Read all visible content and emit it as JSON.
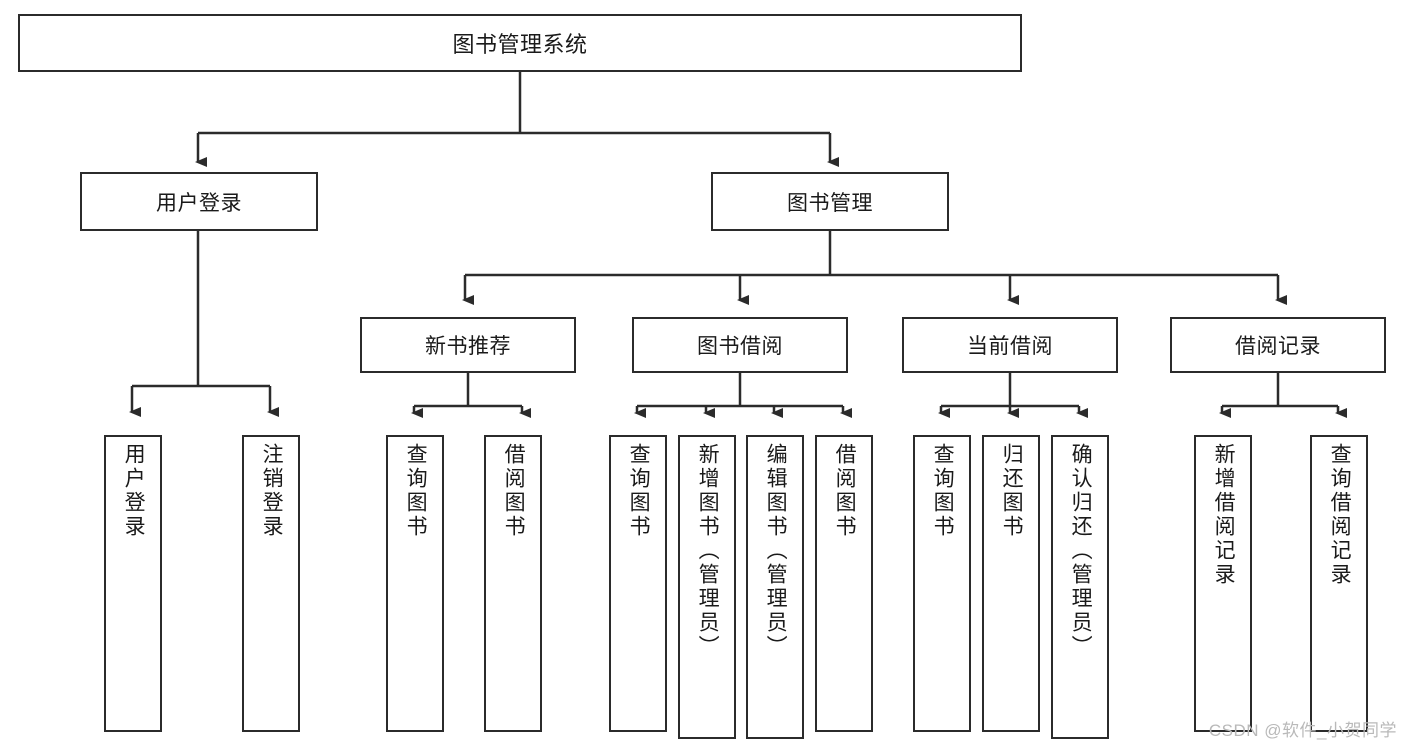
{
  "diagram": {
    "title": "图书管理系统",
    "type": "hierarchy-tree",
    "colors": {
      "box_border": "#2b2b2b",
      "box_fill": "#ffffff",
      "connector": "#2b2b2b",
      "text": "#1a1a1a",
      "watermark": "#b9b9b9",
      "background": "#ffffff"
    },
    "root": {
      "label": "图书管理系统"
    },
    "level2": [
      {
        "label": "用户登录"
      },
      {
        "label": "图书管理"
      }
    ],
    "level3": [
      {
        "label": "新书推荐"
      },
      {
        "label": "图书借阅"
      },
      {
        "label": "当前借阅"
      },
      {
        "label": "借阅记录"
      }
    ],
    "leaves": {
      "user_login": [
        {
          "label": "用户登录"
        },
        {
          "label": "注销登录"
        }
      ],
      "new_book_recommend": [
        {
          "label": "查询图书"
        },
        {
          "label": "借阅图书"
        }
      ],
      "book_borrow": [
        {
          "label": "查询图书"
        },
        {
          "label": "新增图书（管理员）"
        },
        {
          "label": "编辑图书（管理员）"
        },
        {
          "label": "借阅图书"
        }
      ],
      "current_borrow": [
        {
          "label": "查询图书"
        },
        {
          "label": "归还图书"
        },
        {
          "label": "确认归还（管理员）"
        }
      ],
      "borrow_record": [
        {
          "label": "新增借阅记录"
        },
        {
          "label": "查询借阅记录"
        }
      ]
    }
  },
  "watermark": {
    "text": "CSDN @软件_小贺同学"
  }
}
